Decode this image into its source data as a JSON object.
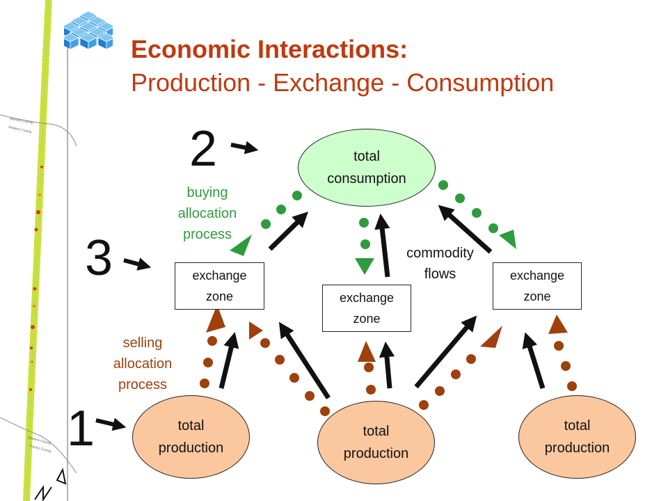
{
  "title": {
    "line1": "Economic Interactions:",
    "line2": "Production - Exchange - Consumption"
  },
  "nodes": {
    "consumption": {
      "line1": "total",
      "line2": "consumption"
    },
    "exchange_left": {
      "line1": "exchange",
      "line2": "zone"
    },
    "exchange_center": {
      "line1": "exchange",
      "line2": "zone"
    },
    "exchange_right": {
      "line1": "exchange",
      "line2": "zone"
    },
    "production_left": {
      "line1": "total",
      "line2": "production"
    },
    "production_center": {
      "line1": "total",
      "line2": "production"
    },
    "production_right": {
      "line1": "total",
      "line2": "production"
    }
  },
  "labels": {
    "buying": {
      "line1": "buying",
      "line2": "allocation",
      "line3": "process"
    },
    "selling": {
      "line1": "selling",
      "line2": "allocation",
      "line3": "process"
    },
    "commodity": {
      "line1": "commodity",
      "line2": "flows"
    }
  },
  "markers": {
    "one": "1",
    "two": "2",
    "three": "3"
  },
  "map_labels": {
    "county_1": "Merced County",
    "county_2": "Madera County",
    "county_3": "Madera County",
    "county_4": "Fresno County"
  },
  "colors": {
    "title": "#c0390f",
    "buying_green": "#2e9b3e",
    "selling_brown": "#a0400c",
    "consumption_fill": "#ccffcc",
    "production_fill": "#fbc79e"
  },
  "icons": {
    "logo": "blue-cube-cluster-icon",
    "north_arrow": "north-arrow-icon"
  }
}
